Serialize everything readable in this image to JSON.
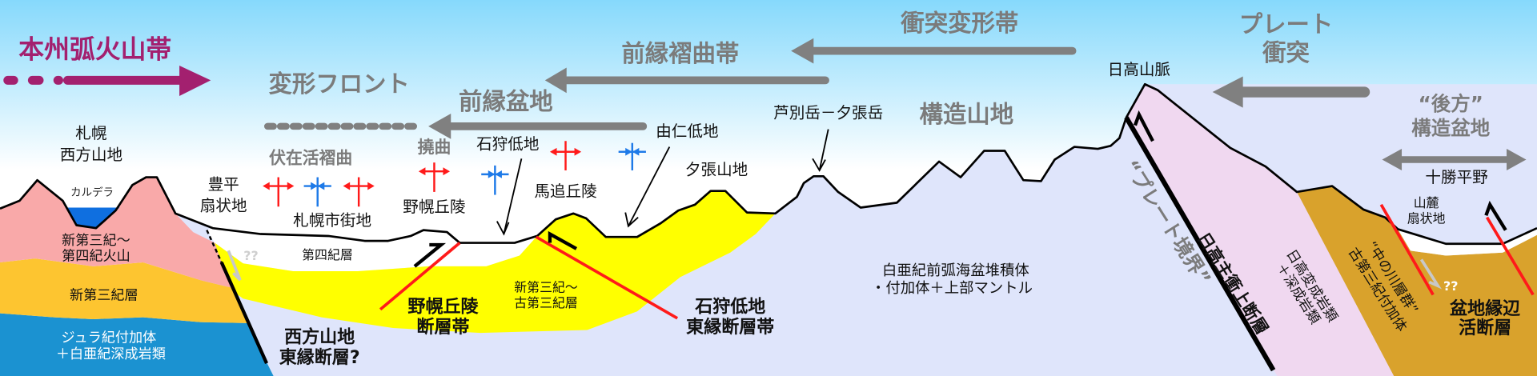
{
  "colors": {
    "volcanic_arc": "#a3206f",
    "arrow_gray": "#808080",
    "anticline": "#ff1a1a",
    "syncline": "#1e7ae8",
    "fault_red": "#ff1a1a"
  },
  "zones": {
    "honshu_arc": "本州弧火山帯",
    "deformation_front": "変形フロント",
    "foreland_basin": "前縁盆地",
    "foreland_fold_belt": "前縁褶曲帯",
    "collision_zone": "衝突変形帯",
    "plate_collision": [
      "プレート",
      "衝突"
    ],
    "structural_mountains": "構造山地",
    "back_basin": [
      "“後方”",
      "構造盆地"
    ],
    "buried_folds": "伏在活褶曲",
    "flexure": "撓曲"
  },
  "places": {
    "sapporo_west": [
      "札幌",
      "西方山地"
    ],
    "caldera": "カルデラ",
    "toyohira": [
      "豊平",
      "扇状地"
    ],
    "sapporo_city": "札幌市街地",
    "nopporo": "野幌丘陵",
    "ishikari_lowland": "石狩低地",
    "umaoi": "馬追丘陵",
    "yuni": "由仁低地",
    "yubari": "夕張山地",
    "ashibetsu": "芦別岳－夕張岳",
    "hidaka": "日高山脈",
    "tokachi": "十勝平野",
    "piedmont": [
      "山麓",
      "扇状地"
    ]
  },
  "units": {
    "volcanic": [
      "新第三紀～",
      "第四紀火山"
    ],
    "neogene": "新第三紀層",
    "jurassic": [
      "ジュラ紀付加体",
      "＋白亜紀深成岩類"
    ],
    "quaternary": "第四紀層",
    "neo_paleogene": [
      "新第三紀～",
      "古第三紀層"
    ],
    "cretaceous": [
      "白亜紀前弧海盆堆積体",
      "・付加体＋上部マントル"
    ],
    "hidaka_meta": [
      "日高変成岩類",
      "＋深成岩類"
    ],
    "nakanogawa": [
      "“中の川層群”",
      "古第三紀付加体"
    ],
    "plate_boundary": "“プレート境界”",
    "question": "??"
  },
  "faults": {
    "west_mtn": [
      "西方山地",
      "東縁断層?"
    ],
    "nopporo": [
      "野幌丘陵",
      "断層帯"
    ],
    "ishikari_east": [
      "石狩低地",
      "東縁断層帯"
    ],
    "hidaka_thrust": "日高主衝上断層",
    "basin_margin": [
      "盆地縁辺",
      "活断層"
    ]
  }
}
